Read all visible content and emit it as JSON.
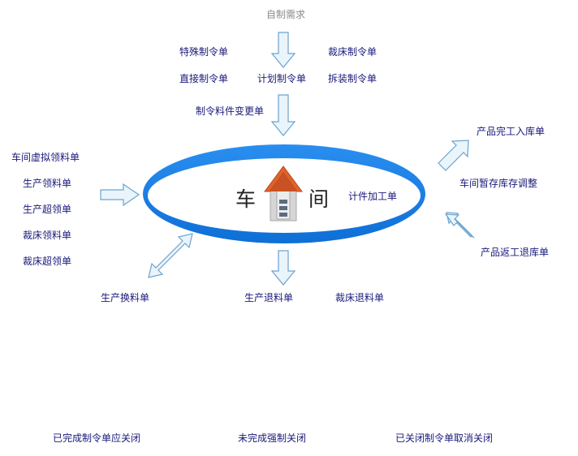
{
  "colors": {
    "ring": "#1a7fe0",
    "arrow_fill": "#eaf4fb",
    "arrow_stroke": "#6aa4cf",
    "link_text": "#1a1a7a",
    "muted_text": "#8a8a8a",
    "house_roof": "#e0642a",
    "house_body": "#d9d9d9"
  },
  "top": {
    "source": "自制需求"
  },
  "orders": {
    "special": "特殊制令单",
    "cutting": "裁床制令单",
    "direct": "直接制令单",
    "plan": "计划制令单",
    "disassembly": "拆装制令单",
    "material_change": "制令料件变更单"
  },
  "center": {
    "char_left": "车",
    "char_right": "间",
    "icon": "workshop-house-icon",
    "piece_processing": "计件加工单"
  },
  "left": {
    "items": [
      "车间虚拟领料单",
      "生产领料单",
      "生产超领单",
      "裁床领料单",
      "裁床超领单"
    ]
  },
  "right": {
    "finished_in": "产品完工入库单",
    "temp_adjust": "车间暂存库存调整",
    "rework_return": "产品返工退库单"
  },
  "bottom": {
    "exchange": "生产换料单",
    "production_return": "生产退料单",
    "cutting_return": "裁床退料单"
  },
  "footer": {
    "close_done": "已完成制令单应关闭",
    "force_close": "未完成强制关闭",
    "closed_cancel": "已关闭制令单取消关闭"
  }
}
